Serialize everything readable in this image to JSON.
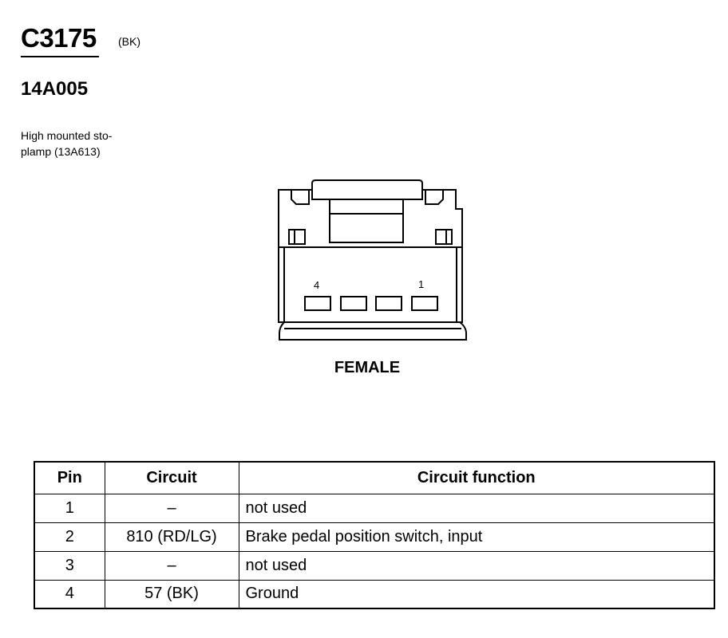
{
  "header": {
    "connector_id": "C3175",
    "connector_color": "(BK)",
    "part_number": "14A005",
    "description_lines": [
      "High mounted sto-",
      "plamp (13A613)"
    ]
  },
  "diagram": {
    "pin_label_left": "4",
    "pin_label_right": "1",
    "gender_label": "FEMALE",
    "pin_count": 4
  },
  "table": {
    "columns": [
      "Pin",
      "Circuit",
      "Circuit function"
    ],
    "rows": [
      {
        "pin": "1",
        "circuit": "–",
        "function": "not used"
      },
      {
        "pin": "2",
        "circuit": "810 (RD/LG)",
        "function": "Brake pedal position switch, input"
      },
      {
        "pin": "3",
        "circuit": "–",
        "function": "not used"
      },
      {
        "pin": "4",
        "circuit": "57 (BK)",
        "function": "Ground"
      }
    ]
  }
}
